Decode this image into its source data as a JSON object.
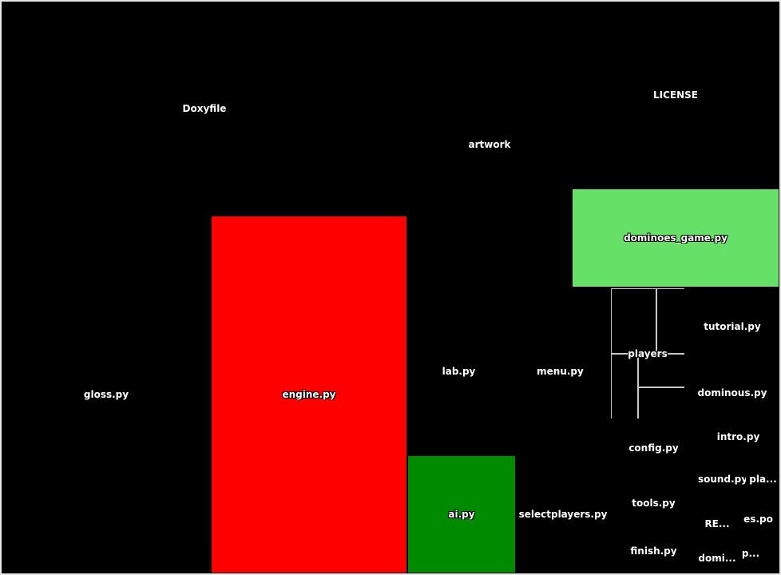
{
  "chart_data": {
    "type": "treemap",
    "colors": {
      "black": "#000000",
      "red": "#ff0000",
      "light_green": "#66e066",
      "green": "#008a00",
      "border": "#e6e6e6"
    },
    "items": [
      {
        "label": "Doxyfile",
        "color": "#000000"
      },
      {
        "label": "gloss.py",
        "color": "#000000"
      },
      {
        "label": "engine.py",
        "color": "#ff0000"
      },
      {
        "label": "artwork",
        "color": "#000000"
      },
      {
        "label": "LICENSE",
        "color": "#000000"
      },
      {
        "label": "dominoes_game.py",
        "color": "#66e066"
      },
      {
        "label": "lab.py",
        "color": "#000000"
      },
      {
        "label": "menu.py",
        "color": "#000000"
      },
      {
        "label": "players",
        "color": "#000000"
      },
      {
        "label": "tutorial.py",
        "color": "#000000"
      },
      {
        "label": "dominous.py",
        "color": "#000000"
      },
      {
        "label": "ai.py",
        "color": "#008a00"
      },
      {
        "label": "selectplayers.py",
        "color": "#000000"
      },
      {
        "label": "config.py",
        "color": "#000000"
      },
      {
        "label": "intro.py",
        "color": "#000000"
      },
      {
        "label": "tools.py",
        "color": "#000000"
      },
      {
        "label": "sound.py",
        "color": "#000000"
      },
      {
        "label": "pla...",
        "color": "#000000"
      },
      {
        "label": "RE...",
        "color": "#000000"
      },
      {
        "label": "es.po",
        "color": "#000000"
      },
      {
        "label": "finish.py",
        "color": "#000000"
      },
      {
        "label": "domi...",
        "color": "#000000"
      },
      {
        "label": "p...",
        "color": "#000000"
      },
      {
        "label": "",
        "color": "#000000"
      }
    ]
  }
}
